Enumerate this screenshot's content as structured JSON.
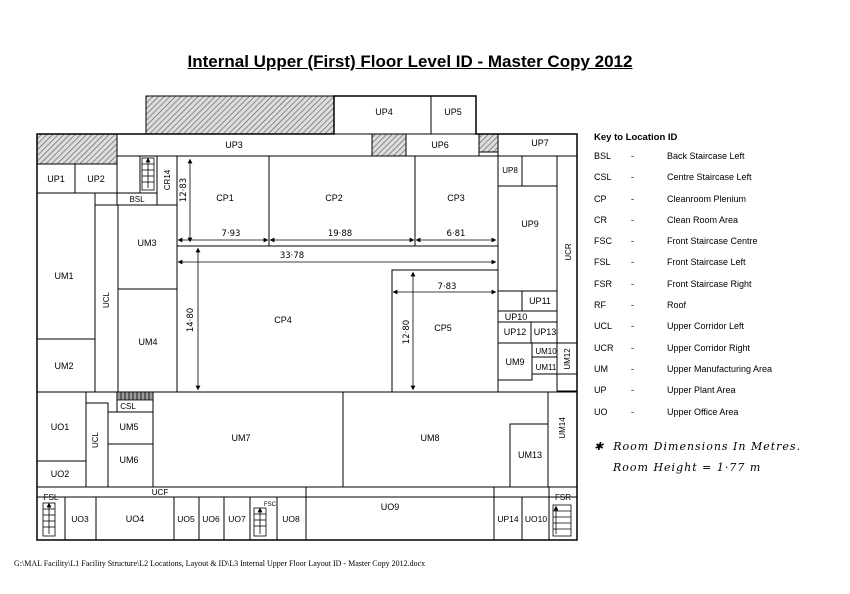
{
  "title": "Internal Upper (First) Floor Level ID - Master Copy 2012",
  "rooms": {
    "UP1": "UP1",
    "UP2": "UP2",
    "UP3": "UP3",
    "UP4": "UP4",
    "UP5": "UP5",
    "UP6": "UP6",
    "UP7": "UP7",
    "UP8": "UP8",
    "UP9": "UP9",
    "UP10": "UP10",
    "UP11": "UP11",
    "UP12": "UP12",
    "UP13": "UP13",
    "UP14": "UP14",
    "UM1": "UM1",
    "UM2": "UM2",
    "UM3": "UM3",
    "UM4": "UM4",
    "UM5": "UM5",
    "UM6": "UM6",
    "UM7": "UM7",
    "UM8": "UM8",
    "UM9": "UM9",
    "UM10": "UM10",
    "UM11": "UM11",
    "UM12": "UM12",
    "UM13": "UM13",
    "UM14": "UM14",
    "UO1": "UO1",
    "UO2": "UO2",
    "UO3": "UO3",
    "UO4": "UO4",
    "UO5": "UO5",
    "UO6": "UO6",
    "UO7": "UO7",
    "UO8": "UO8",
    "UO9": "UO9",
    "UO10": "UO10",
    "CP1": "CP1",
    "CP2": "CP2",
    "CP3": "CP3",
    "CP4": "CP4",
    "CP5": "CP5",
    "BSL": "BSL",
    "CSL": "CSL",
    "FSL": "FSL",
    "FSR": "FSR",
    "FSC": "FSC",
    "CR14": "CR14",
    "UCL": "UCL",
    "UCR": "UCR",
    "UCF": "UCF"
  },
  "dimensions": {
    "d_1283": "12·83",
    "d_793": "7·93",
    "d_1988": "19·88",
    "d_681": "6·81",
    "d_3378": "33·78",
    "d_1480": "14·80",
    "d_783": "7·83",
    "d_1280": "12·80"
  },
  "key": {
    "title": "Key to Location ID",
    "dash": "-",
    "items": [
      {
        "code": "BSL",
        "desc": "Back Staircase Left"
      },
      {
        "code": "CSL",
        "desc": "Centre Staircase Left"
      },
      {
        "code": "CP",
        "desc": "Cleanroom Plenium"
      },
      {
        "code": "CR",
        "desc": "Clean Room Area"
      },
      {
        "code": "FSC",
        "desc": "Front Staircase Centre"
      },
      {
        "code": "FSL",
        "desc": "Front Staircase Left"
      },
      {
        "code": "FSR",
        "desc": "Front Staircase Right"
      },
      {
        "code": "RF",
        "desc": "Roof"
      },
      {
        "code": "UCL",
        "desc": "Upper Corridor Left"
      },
      {
        "code": "UCR",
        "desc": "Upper Corridor Right"
      },
      {
        "code": "UM",
        "desc": "Upper Manufacturing Area"
      },
      {
        "code": "UP",
        "desc": "Upper Plant Area"
      },
      {
        "code": "UO",
        "desc": "Upper Office Area"
      }
    ]
  },
  "notes": {
    "star": "✱",
    "line1": "Room Dimensions In Metres.",
    "line2": "Room Height = 1·77 m"
  },
  "footer": "G:\\MAL Facility\\L1 Facility Structure\\L2 Locations, Layout & ID\\L3 Internal Upper Floor Layout ID - Master Copy 2012.docx"
}
